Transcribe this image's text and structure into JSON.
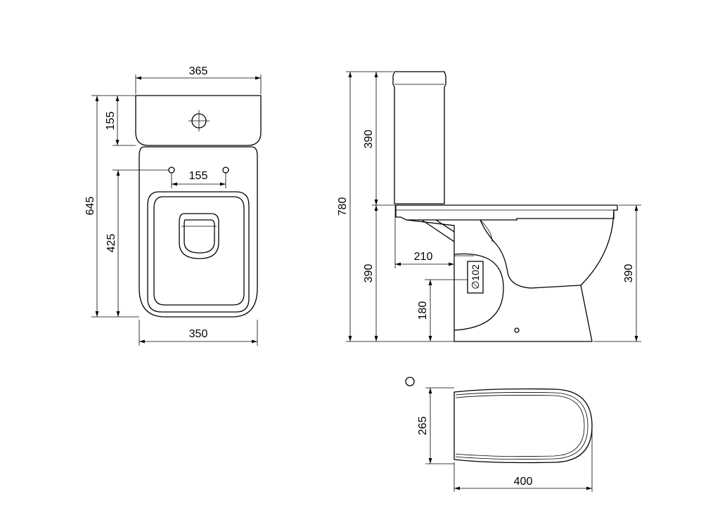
{
  "dimensions": {
    "top_width": "365",
    "tank_depth": "155",
    "overall_length": "645",
    "bolt_spacing": "155",
    "bowl_length": "425",
    "base_width": "350",
    "overall_height": "780",
    "tank_height": "390",
    "bowl_height": "390",
    "outlet_offset": "210",
    "outlet_diameter": "∅102",
    "outlet_height": "180",
    "rim_height": "390",
    "seat_width": "265",
    "seat_length": "400"
  }
}
